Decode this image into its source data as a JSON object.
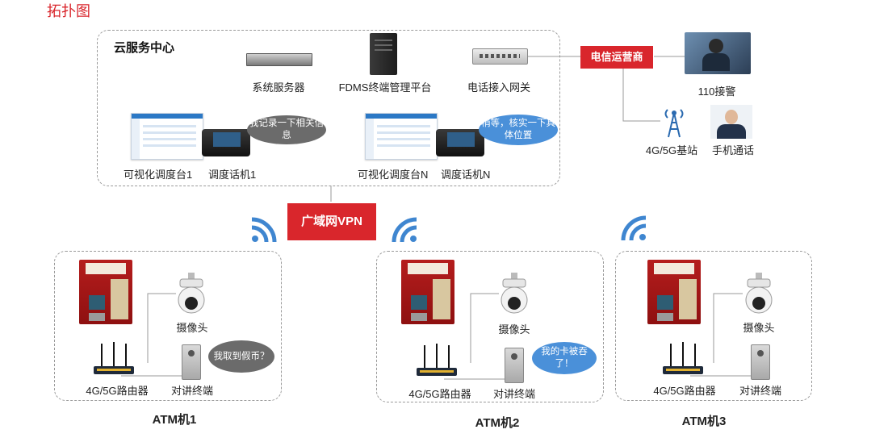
{
  "title": "拓扑图",
  "cloud": {
    "title": "云服务中心",
    "system_server": "系统服务器",
    "fdms": "FDMS终端管理平台",
    "phone_gateway": "电话接入网关",
    "console_1": "可视化调度台1",
    "phone_1": "调度话机1",
    "console_n": "可视化调度台N",
    "phone_n": "调度话机N",
    "bubble_1": "我记录一下相关信息",
    "bubble_n": "稍等，核实一下具体位置"
  },
  "telecom": "电信运营商",
  "police": "110接警",
  "base_station": "4G/5G基站",
  "mobile_call": "手机通话",
  "wan": "广域网VPN",
  "atms": [
    {
      "title": "ATM机1",
      "camera": "摄像头",
      "router": "4G/5G路由器",
      "intercom": "对讲终端",
      "bubble": "我取到假币？"
    },
    {
      "title": "ATM机2",
      "camera": "摄像头",
      "router": "4G/5G路由器",
      "intercom": "对讲终端",
      "bubble": "我的卡被吞了！"
    },
    {
      "title": "ATM机3",
      "camera": "摄像头",
      "router": "4G/5G路由器",
      "intercom": "对讲终端"
    }
  ],
  "colors": {
    "accent_red": "#d9262c",
    "wifi_blue": "#3f86d0",
    "bubble_dark": "#6b6b6b",
    "bubble_blue": "#4a90d9"
  }
}
